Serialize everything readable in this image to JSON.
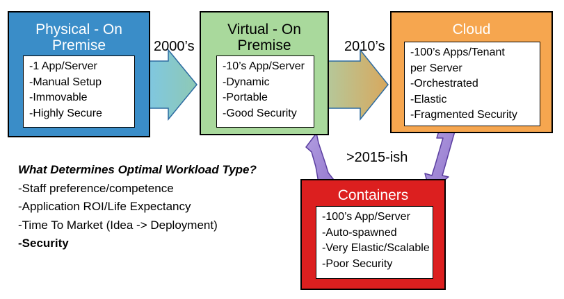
{
  "colors": {
    "physical": "#3a8dc8",
    "virtual": "#a9d99c",
    "cloud": "#f6a64f",
    "containers": "#dc1f1f",
    "arrow_start": "#7fc7e2",
    "arrow_end": "#c6a86a",
    "double_arrow": "#a488d6"
  },
  "boxes": {
    "physical": {
      "title_line1": "Physical - On",
      "title_line2": "Premise",
      "items": [
        "-1 App/Server",
        "-Manual Setup",
        "-Immovable",
        "-Highly Secure"
      ]
    },
    "virtual": {
      "title_line1": "Virtual - On",
      "title_line2": "Premise",
      "items": [
        "-10’s App/Server",
        "-Dynamic",
        "-Portable",
        "-Good Security"
      ]
    },
    "cloud": {
      "title": "Cloud",
      "items": [
        "-100’s Apps/Tenant",
        "per Server",
        "-Orchestrated",
        "-Elastic",
        "-Fragmented Security"
      ]
    },
    "containers": {
      "title": "Containers",
      "items": [
        "-100’s App/Server",
        "-Auto-spawned",
        "-Very Elastic/Scalable",
        "-Poor Security"
      ]
    }
  },
  "eras": {
    "e2000": "2000’s",
    "e2010": "2010’s",
    "e2015": ">2015-ish"
  },
  "considerations": {
    "question": "What Determines Optimal Workload Type?",
    "items": [
      "-Staff preference/competence",
      "-Application ROI/Life Expectancy",
      "-Time To Market (Idea -> Deployment)"
    ],
    "emphasis": "-Security"
  }
}
